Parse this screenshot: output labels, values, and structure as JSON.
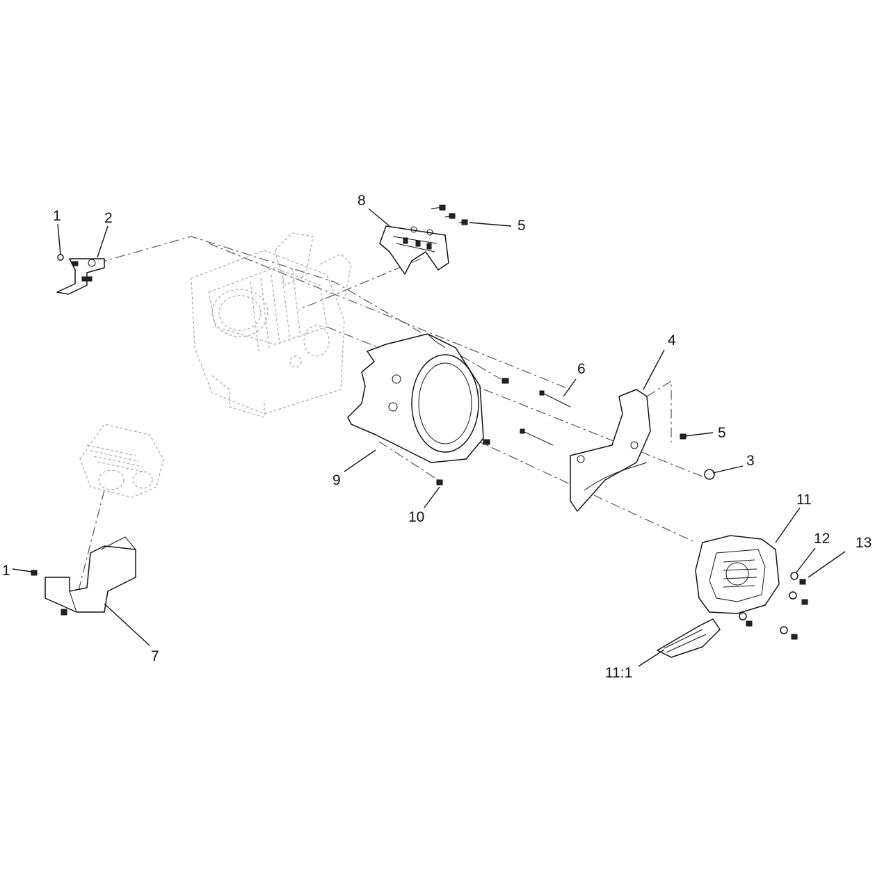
{
  "callouts": {
    "c1a": "1",
    "c2": "2",
    "c8": "8",
    "c5a": "5",
    "c4": "4",
    "c6": "6",
    "c5b": "5",
    "c3": "3",
    "c9": "9",
    "c10": "10",
    "c11": "11",
    "c12": "12",
    "c13": "13",
    "c1b": "1",
    "c7": "7",
    "c11_1": "11:1"
  }
}
